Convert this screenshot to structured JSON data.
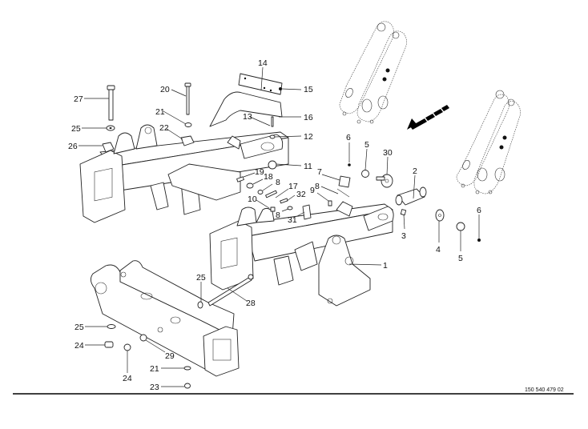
{
  "document": {
    "drawing_number": "150 540 479 02",
    "type": "exploded parts diagram"
  },
  "direction_arrow": {
    "icon": "travel-direction-arrow",
    "pointing": "down-left"
  },
  "callouts": [
    {
      "id": "c27",
      "label": "27",
      "part": "bolt"
    },
    {
      "id": "c20",
      "label": "20",
      "part": "bolt"
    },
    {
      "id": "c21a",
      "label": "21",
      "part": "washer"
    },
    {
      "id": "c22",
      "label": "22",
      "part": "plate"
    },
    {
      "id": "c25a",
      "label": "25",
      "part": "washer"
    },
    {
      "id": "c26",
      "label": "26",
      "part": "plate"
    },
    {
      "id": "c14",
      "label": "14",
      "part": "label plate"
    },
    {
      "id": "c15",
      "label": "15",
      "part": "rivet"
    },
    {
      "id": "c16",
      "label": "16",
      "part": "cover"
    },
    {
      "id": "c13",
      "label": "13",
      "part": "bolt"
    },
    {
      "id": "c12",
      "label": "12",
      "part": "nut"
    },
    {
      "id": "c11",
      "label": "11",
      "part": "fitting"
    },
    {
      "id": "c19",
      "label": "19",
      "part": "screw"
    },
    {
      "id": "c18",
      "label": "18",
      "part": "washer"
    },
    {
      "id": "c8a",
      "label": "8",
      "part": "washer"
    },
    {
      "id": "c17",
      "label": "17",
      "part": "bolt"
    },
    {
      "id": "c32",
      "label": "32",
      "part": "screw"
    },
    {
      "id": "c10",
      "label": "10",
      "part": "nut"
    },
    {
      "id": "c8b",
      "label": "8",
      "part": "washer"
    },
    {
      "id": "c31",
      "label": "31",
      "part": "bracket"
    },
    {
      "id": "c9",
      "label": "9",
      "part": "pin"
    },
    {
      "id": "c7",
      "label": "7",
      "part": "block"
    },
    {
      "id": "c8c",
      "label": "8",
      "part": "pin"
    },
    {
      "id": "c6a",
      "label": "6",
      "part": "grease nipple"
    },
    {
      "id": "c5a",
      "label": "5",
      "part": "nut"
    },
    {
      "id": "c30",
      "label": "30",
      "part": "bolt with washer"
    },
    {
      "id": "c2",
      "label": "2",
      "part": "pin"
    },
    {
      "id": "c3",
      "label": "3",
      "part": "key"
    },
    {
      "id": "c4",
      "label": "4",
      "part": "washer"
    },
    {
      "id": "c5b",
      "label": "5",
      "part": "nut"
    },
    {
      "id": "c6b",
      "label": "6",
      "part": "grease nipple"
    },
    {
      "id": "c1",
      "label": "1",
      "part": "bearing bracket"
    },
    {
      "id": "c25b",
      "label": "25",
      "part": "washer"
    },
    {
      "id": "c28",
      "label": "28",
      "part": "long bolt"
    },
    {
      "id": "c25c",
      "label": "25",
      "part": "washer"
    },
    {
      "id": "c24a",
      "label": "24",
      "part": "nut"
    },
    {
      "id": "c24b",
      "label": "24",
      "part": "nut"
    },
    {
      "id": "c29",
      "label": "29",
      "part": "washer"
    },
    {
      "id": "c21b",
      "label": "21",
      "part": "washer"
    },
    {
      "id": "c23",
      "label": "23",
      "part": "nut"
    }
  ]
}
